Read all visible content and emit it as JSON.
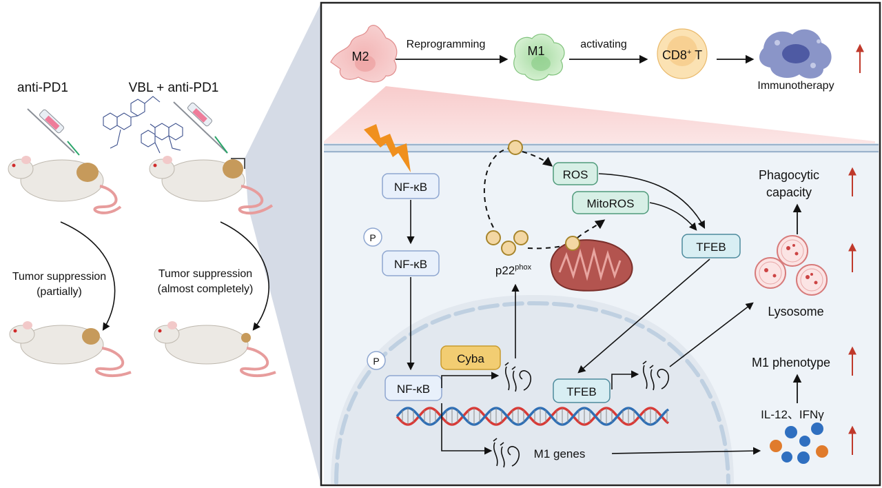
{
  "left": {
    "col1_title": "anti-PD1",
    "col2_title": "VBL + anti-PD1",
    "col1_result_line1": "Tumor suppression",
    "col1_result_line2": "(partially)",
    "col2_result_line1": "Tumor suppression",
    "col2_result_line2": "(almost completely)"
  },
  "top_row": {
    "m2": "M2",
    "reprogramming": "Reprogramming",
    "m1": "M1",
    "activating": "activating",
    "cd8_main": "CD8",
    "cd8_sup": "+",
    "cd8_tail": " T",
    "immunotherapy": "Immunotherapy"
  },
  "pathway": {
    "nfkb": "NF-κB",
    "p": "P",
    "cyba": "Cyba",
    "p22_main": "p22",
    "p22_sup": "phox",
    "ros": "ROS",
    "mitoros": "MitoROS",
    "tfeb": "TFEB",
    "tfeb_nuc": "TFEB",
    "m1_genes": "M1 genes"
  },
  "outcomes": {
    "phago_line1": "Phagocytic",
    "phago_line2": "capacity",
    "lysosome": "Lysosome",
    "m1_phenotype": "M1 phenotype",
    "cytokines": "IL-12、IFNγ"
  },
  "colors": {
    "node_fill": "#e8f0fb",
    "node_stroke": "#8ea6d0",
    "ros_fill": "#d7efe6",
    "ros_stroke": "#4e9a7a",
    "tfeb_fill": "#d8eef3",
    "cyba_fill": "#f2cd72",
    "up_arrow": "#c0392b",
    "dna_red": "#d93a36",
    "dna_blue": "#2f6fb5"
  }
}
